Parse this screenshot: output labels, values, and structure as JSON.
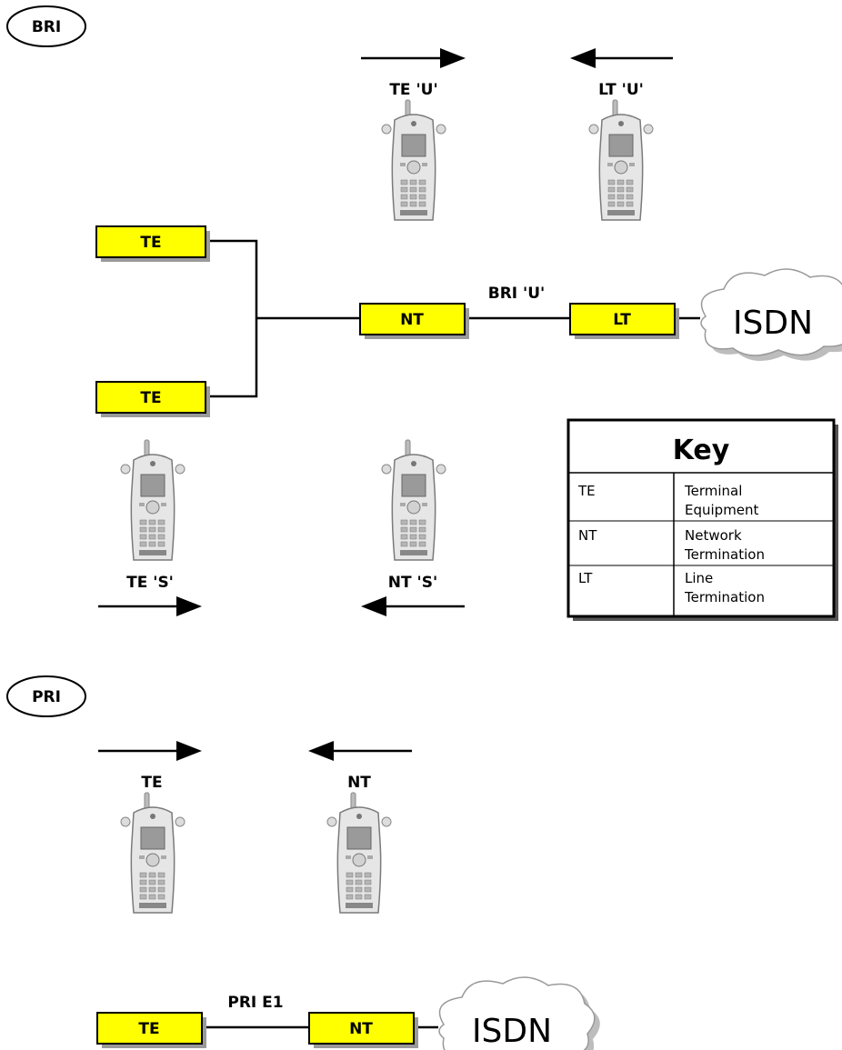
{
  "bri": {
    "badge": "BRI",
    "tester_labels": {
      "te_u": "TE 'U'",
      "lt_u": "LT 'U'",
      "te_s": "TE 'S'",
      "nt_s": "NT 'S'"
    },
    "boxes": {
      "te_top": "TE",
      "te_bottom": "TE",
      "nt": "NT",
      "lt": "LT"
    },
    "link_label": "BRI 'U'",
    "cloud": "ISDN"
  },
  "key": {
    "title": "Key",
    "rows": [
      {
        "abbr": "TE",
        "line1": "Terminal",
        "line2": "Equipment"
      },
      {
        "abbr": "NT",
        "line1": "Network",
        "line2": "Termination"
      },
      {
        "abbr": "LT",
        "line1": "Line",
        "line2": "Termination"
      }
    ]
  },
  "pri": {
    "badge": "PRI",
    "tester_labels": {
      "te": "TE",
      "nt": "NT"
    },
    "boxes": {
      "te": "TE",
      "nt": "NT"
    },
    "link_label": "PRI E1",
    "cloud": "ISDN"
  },
  "colors": {
    "box_fill": "#ffff00",
    "box_shadow": "#9a9a9a",
    "line": "#000000",
    "cloud_fill": "#ffffff",
    "device_body": "#e6e6e6"
  },
  "icons": {
    "tester": "handheld-tester-icon",
    "arrow": "direction-arrow-icon",
    "cloud": "isdn-cloud-icon"
  }
}
